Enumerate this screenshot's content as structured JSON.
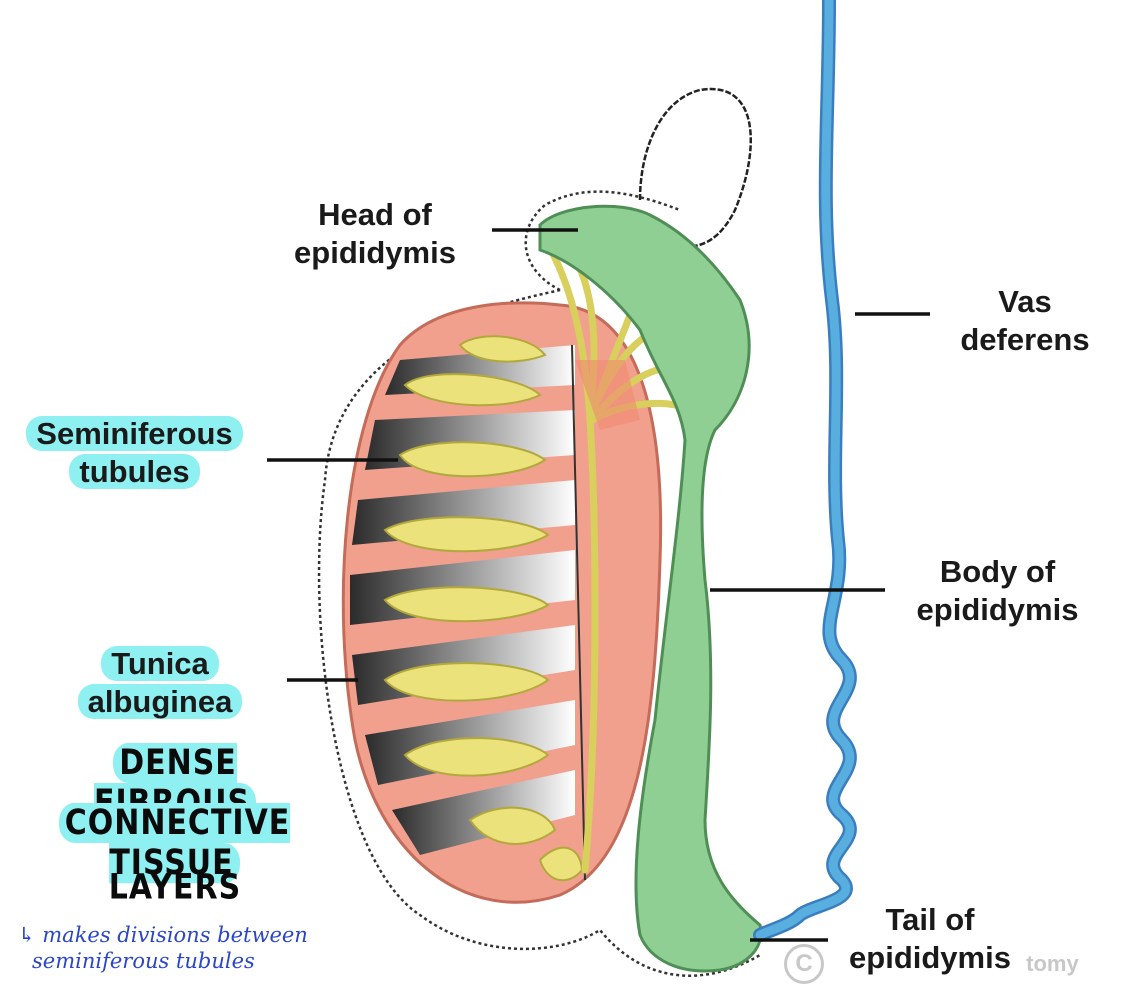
{
  "labels": {
    "head": [
      "Head of",
      "epididymis"
    ],
    "vas": [
      "Vas",
      "deferens"
    ],
    "seminiferous": [
      "Seminiferous",
      "tubules"
    ],
    "body": [
      "Body of",
      "epididymis"
    ],
    "tunica": [
      "Tunica",
      "albuginea"
    ],
    "tail": [
      "Tail of",
      "epididymis"
    ]
  },
  "annotation": {
    "lines": [
      "DENSE FIBROUS",
      "CONNECTIVE TISSUE",
      "LAYERS"
    ],
    "note_lines": [
      "↳ makes divisions between",
      "seminiferous tubules"
    ],
    "highlight_color": "#8ff0f2"
  },
  "watermark": {
    "symbol": "C",
    "text": "tomy"
  },
  "colors": {
    "tunica": "#f2a08e",
    "tubules": "#ece27c",
    "epididymis": "#8fcf94",
    "vas_deferens": "#58aede"
  }
}
